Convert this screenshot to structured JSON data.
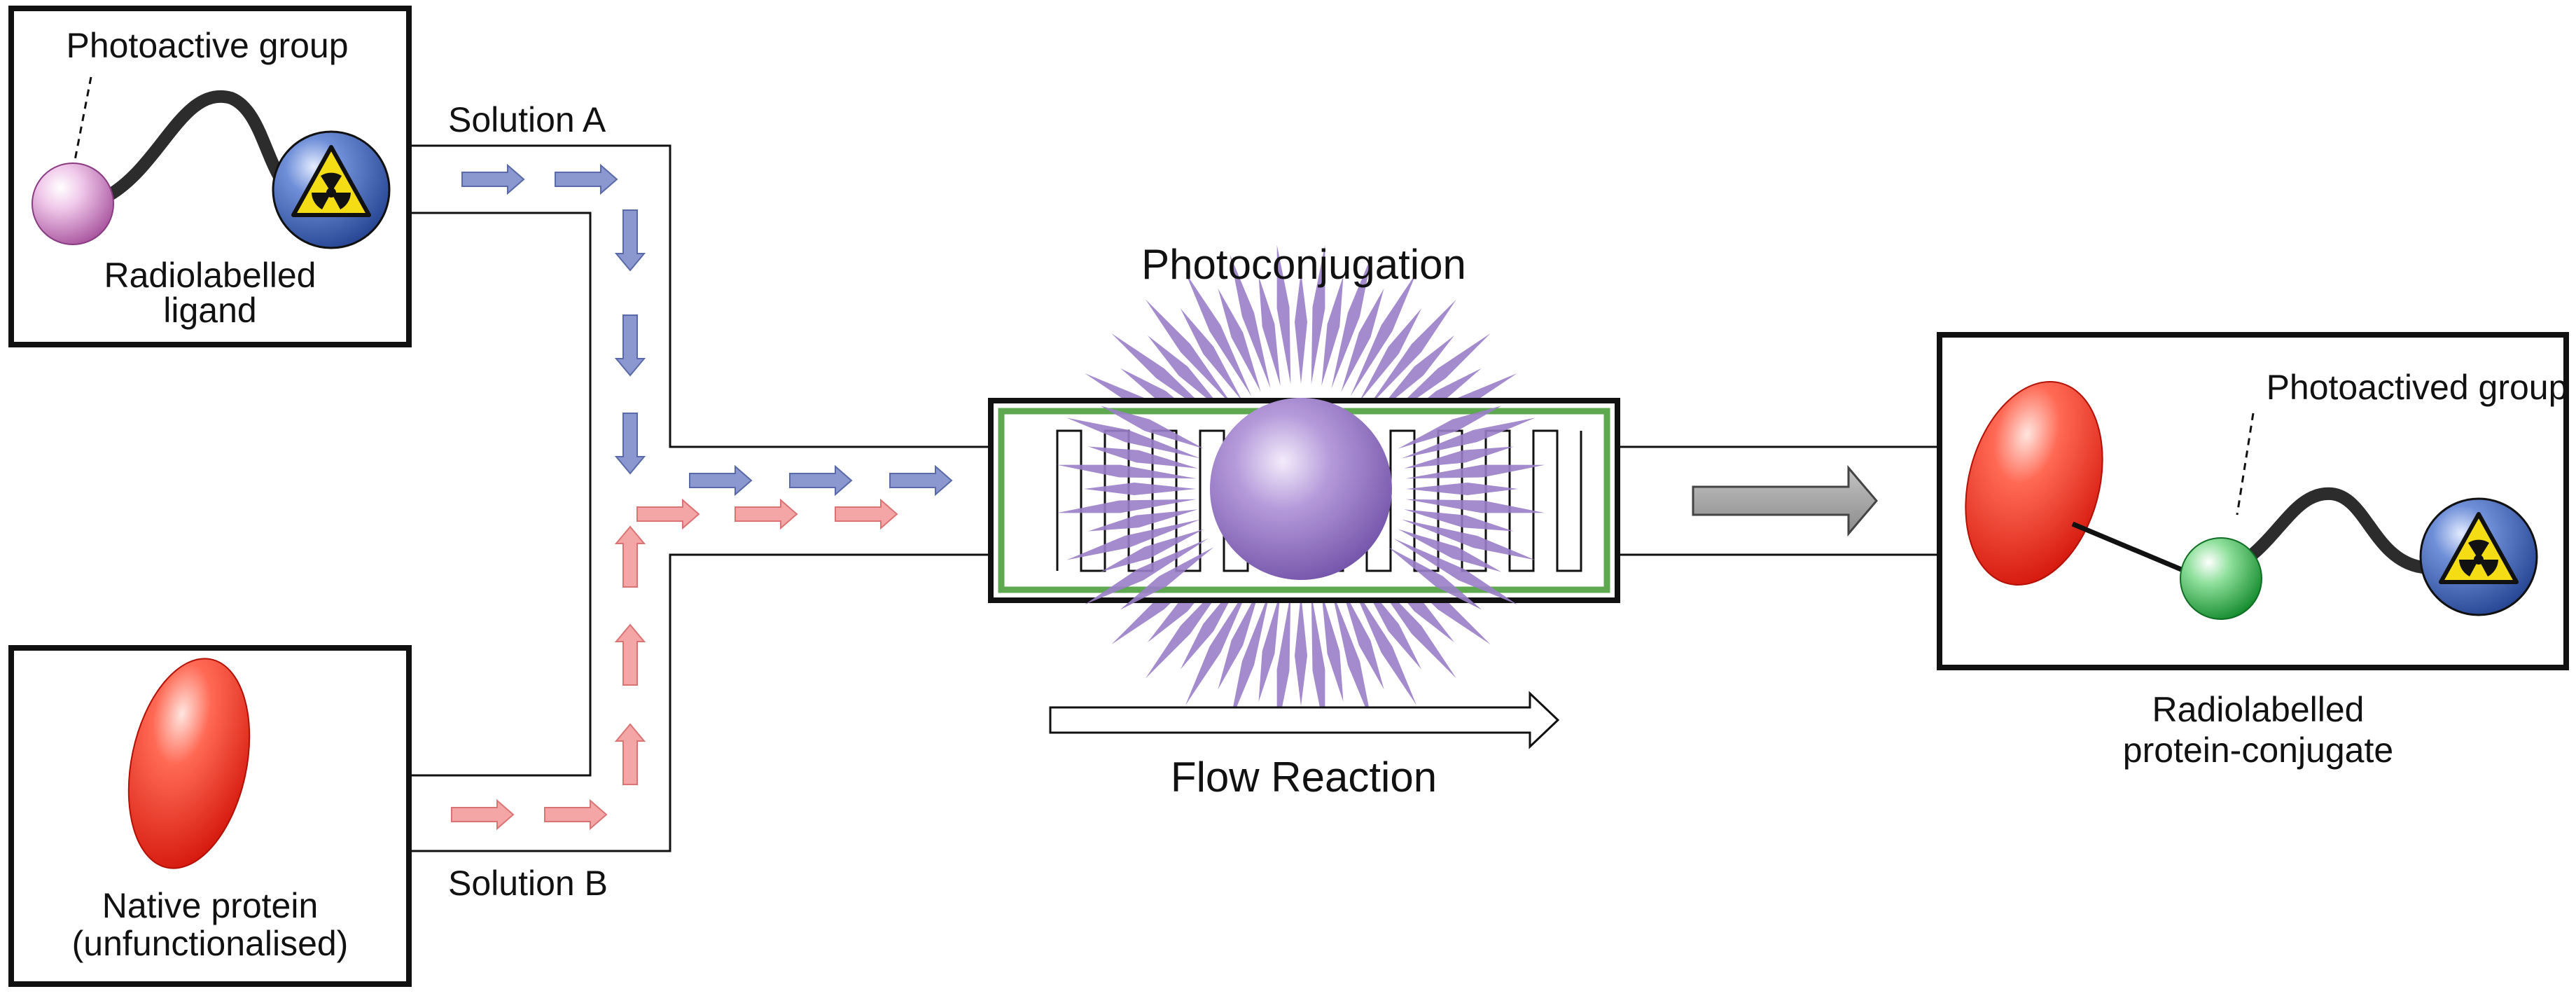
{
  "labels": {
    "photoactive_group": "Photoactive group",
    "radiolabelled_ligand_line1": "Radiolabelled",
    "radiolabelled_ligand_line2": "ligand",
    "solution_a": "Solution A",
    "solution_b": "Solution B",
    "native_protein_line1": "Native protein",
    "native_protein_line2": "(unfunctionalised)",
    "photoconjugation": "Photoconjugation",
    "flow_reaction": "Flow Reaction",
    "photoactived_group": "Photoactived group",
    "product_line1": "Radiolabelled",
    "product_line2": "protein-conjugate"
  },
  "colors": {
    "solution_a_arrow": "#8a98cf",
    "solution_b_arrow": "#f4a5a5",
    "reactor_border_green": "#5ea84f",
    "lamp_violet": "#9a7ec8",
    "protein_red": "#ee2a1c",
    "photoactive_pink": "#c884c0",
    "photoactived_green": "#2db34a",
    "radio_blue": "#2f55a8",
    "hazard_yellow": "#f5dd15",
    "product_arrow_grey": "#9a9a9a"
  }
}
